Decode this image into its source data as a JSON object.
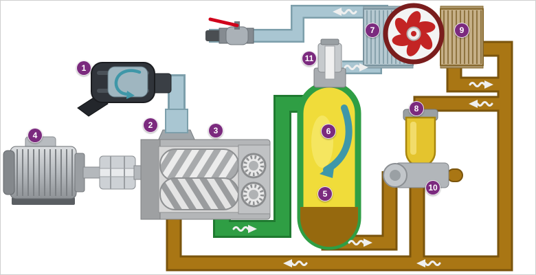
{
  "badges": [
    "1",
    "2",
    "3",
    "4",
    "5",
    "6",
    "7",
    "8",
    "9",
    "10",
    "11"
  ],
  "colors": {
    "pipe_blue": "#a9c6d2",
    "pipe_blue_dark": "#7d9fab",
    "pipe_green": "#2f9e44",
    "pipe_green_dark": "#1f7a30",
    "pipe_brown": "#a97614",
    "pipe_brown_dark": "#7a540c",
    "tank_yellow": "#f0dc3a",
    "oil_brown": "#96690e",
    "swirl_teal": "#3f97a8",
    "fan_red": "#c32424",
    "fan_ring": "#7a1d1d",
    "badge_purple": "#7b2a7e",
    "handle_red": "#d0021b",
    "arrow_light": "#efefef"
  }
}
